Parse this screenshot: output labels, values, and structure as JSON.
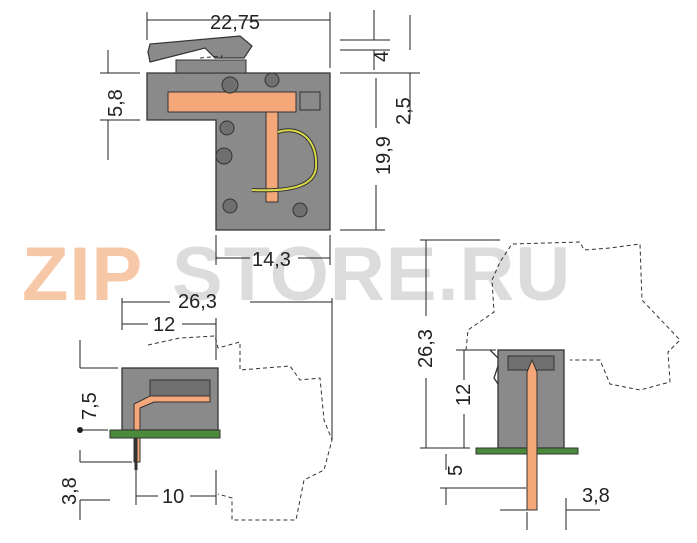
{
  "colors": {
    "housing": "#8a8a8a",
    "housing_dark": "#6f6f6f",
    "contact": "#f4a779",
    "pcb": "#4a8a3a",
    "spring": "#d9d94a",
    "watermark_left": "#f6c8a8",
    "watermark_right": "#dcdcdc"
  },
  "dimensions": {
    "top_width": "22,75",
    "latch_height": "4",
    "left_height": "5,8",
    "offset_right": "2,5",
    "body_height": "19,9",
    "bottom_width": "14,3",
    "total_width": "26,3",
    "pcb_offset": "12",
    "side_height": "7,5",
    "pin_spacing": "10",
    "pin_length_left": "3,8",
    "total_height": "26,3",
    "front_height": "12",
    "pin_protrusion": "5",
    "pin_length_right": "3,8"
  },
  "watermark": {
    "left": "ZIP",
    "right": "STORE.RU"
  }
}
